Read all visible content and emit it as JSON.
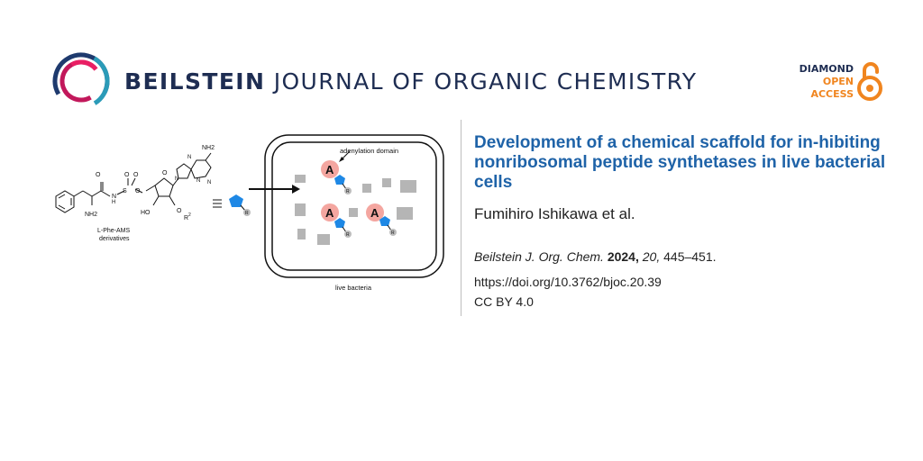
{
  "header": {
    "journal_bold": "BEILSTEIN",
    "journal_rest": "JOURNAL OF ORGANIC CHEMISTRY",
    "badge": {
      "line1": "DIAMOND",
      "line2": "OPEN",
      "line3": "ACCESS"
    }
  },
  "graphic": {
    "nh2_label": "NH2",
    "nh2_bottom": "NH2",
    "ho_label": "HO",
    "r2_label": "R",
    "r2_sup": "2",
    "compound_label_line1": "L-Phe-AMS",
    "compound_label_line2": "derivatives",
    "adenylation_label": "adenylation domain",
    "bacteria_label": "live bacteria",
    "domain_letter": "A",
    "r_letter": "R"
  },
  "article": {
    "title": "Development of a chemical scaffold for in-hibiting nonribosomal peptide synthetases in live bacterial cells",
    "authors": "Fumihiro Ishikawa et al.",
    "citation_journal": "Beilstein J. Org. Chem.",
    "citation_year": "2024,",
    "citation_volume": "20,",
    "citation_pages": "445–451.",
    "doi": "https://doi.org/10.3762/bjoc.20.39",
    "license": "CC BY 4.0"
  },
  "colors": {
    "journal_navy": "#1e2d52",
    "title_blue": "#1f63a8",
    "accent_orange": "#f0851f",
    "domain_pink": "#f4a6a0",
    "pentagon_blue": "#1e88e5"
  }
}
